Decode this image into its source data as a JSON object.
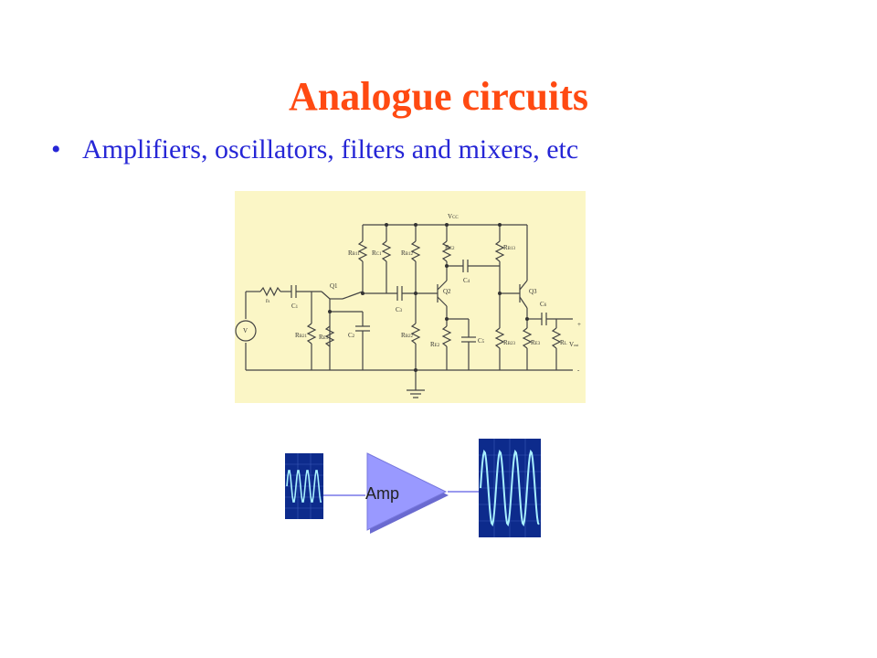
{
  "slide": {
    "title": "Analogue circuits",
    "bullet_marker": "•",
    "bullet": "Amplifiers, oscillators, filters and mixers, etc"
  },
  "schematic": {
    "background_color": "#fbf6c6",
    "source_label": "V",
    "supply_label": "V",
    "supply_sub": "CC",
    "output_label": "V",
    "output_sub": "out",
    "plus": "+",
    "minus": "-",
    "components": {
      "rs": "r",
      "rs_sub": "s",
      "c1": "C",
      "c1_sub": "1",
      "q1": "Q1",
      "rb11": "R",
      "rb11_sub": "B11",
      "rc1": "R",
      "rc1_sub": "C1",
      "rb21": "R",
      "rb21_sub": "B21",
      "re1": "R",
      "re1_sub": "E1",
      "c2": "C",
      "c2_sub": "2",
      "c3": "C",
      "c3_sub": "3",
      "rb12": "R",
      "rb12_sub": "B12",
      "rb22": "R",
      "rb22_sub": "B22",
      "q2": "Q2",
      "rc2": "R",
      "rc2_sub": "C2",
      "c4": "C",
      "c4_sub": "4",
      "re2": "R",
      "re2_sub": "E2",
      "c5": "C",
      "c5_sub": "5",
      "rb13": "R",
      "rb13_sub": "B13",
      "rb23": "R",
      "rb23_sub": "B23",
      "q3": "Q3",
      "c6": "C",
      "c6_sub": "6",
      "re3": "R",
      "re3_sub": "E3",
      "rl": "R",
      "rl_sub": "L"
    }
  },
  "amplifier": {
    "label": "Amp",
    "triangle_color": "#9999ff",
    "screen_color": "#0d2b8c",
    "wave_color": "#a8f0ff"
  }
}
